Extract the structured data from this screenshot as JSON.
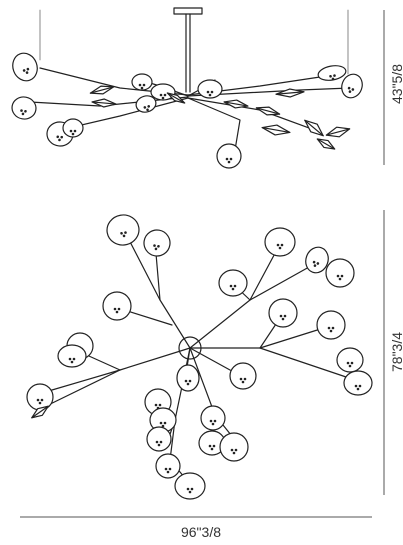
{
  "dimensions": {
    "height_elevation": "43\"5/8",
    "depth_plan": "78\"3/4",
    "width_plan": "96\"3/8"
  },
  "colors": {
    "line": "#222222",
    "dim_line": "#555555",
    "text": "#333333"
  }
}
